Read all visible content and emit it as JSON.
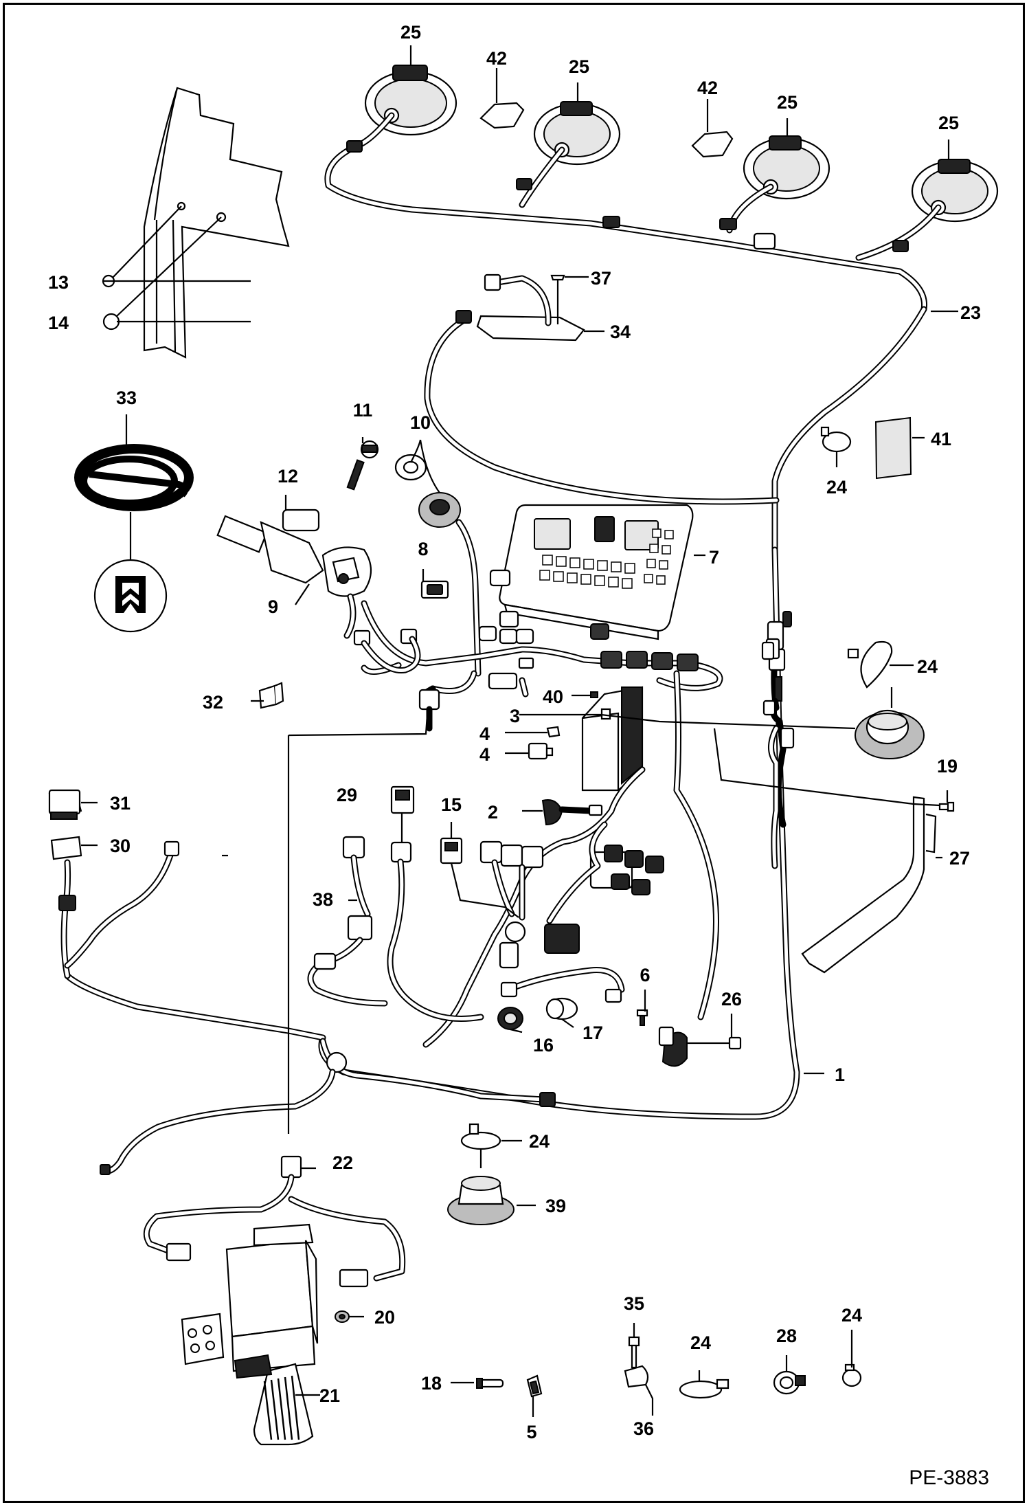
{
  "document": {
    "id": "PE-3883"
  },
  "callouts": {
    "c1": "1",
    "c2": "2",
    "c3": "3",
    "c4a": "4",
    "c4b": "4",
    "c5": "5",
    "c6": "6",
    "c7": "7",
    "c8": "8",
    "c9": "9",
    "c10": "10",
    "c11": "11",
    "c12": "12",
    "c13": "13",
    "c14": "14",
    "c15": "15",
    "c16": "16",
    "c17": "17",
    "c18": "18",
    "c19": "19",
    "c20": "20",
    "c21": "21",
    "c22": "22",
    "c23": "23",
    "c24a": "24",
    "c24b": "24",
    "c24c": "24",
    "c24d": "24",
    "c24e": "24",
    "c25a": "25",
    "c25b": "25",
    "c25c": "25",
    "c25d": "25",
    "c26": "26",
    "c27": "27",
    "c28": "28",
    "c29": "29",
    "c30": "30",
    "c31": "31",
    "c32": "32",
    "c33": "33",
    "c34": "34",
    "c35": "35",
    "c36": "36",
    "c37": "37",
    "c38": "38",
    "c39": "39",
    "c40": "40",
    "c41": "41",
    "c42a": "42",
    "c42b": "42"
  },
  "symbols": {
    "service_kit": "kit-icon"
  }
}
